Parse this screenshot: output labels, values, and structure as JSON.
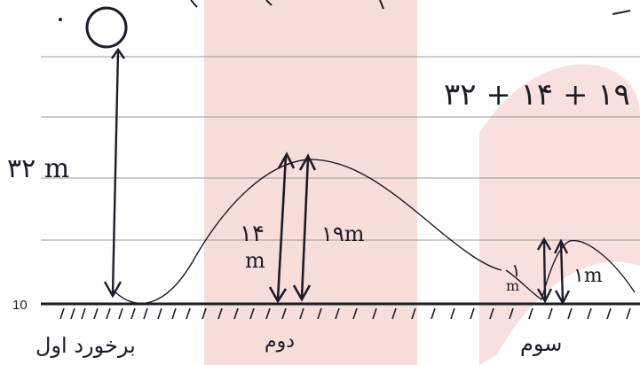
{
  "page": {
    "ground_label": "10",
    "total_expression": "۳۲ + ۱۴ + ۱۹",
    "colors": {
      "ink": "#1c1c2a",
      "rule_line": "#9a9a9a",
      "watermark": "#f2c2bd"
    }
  },
  "drop": {
    "height_label": "۳۲ m",
    "impact_label": "برخورد اول"
  },
  "bounce2": {
    "down_label_top": "۱۴",
    "down_label_unit": "m",
    "up_label": "۱۹m",
    "impact_label": "دوم"
  },
  "bounce3": {
    "down_label_top": "۱",
    "down_label_unit": "m",
    "up_label": "۱m",
    "impact_label": "سوم"
  }
}
